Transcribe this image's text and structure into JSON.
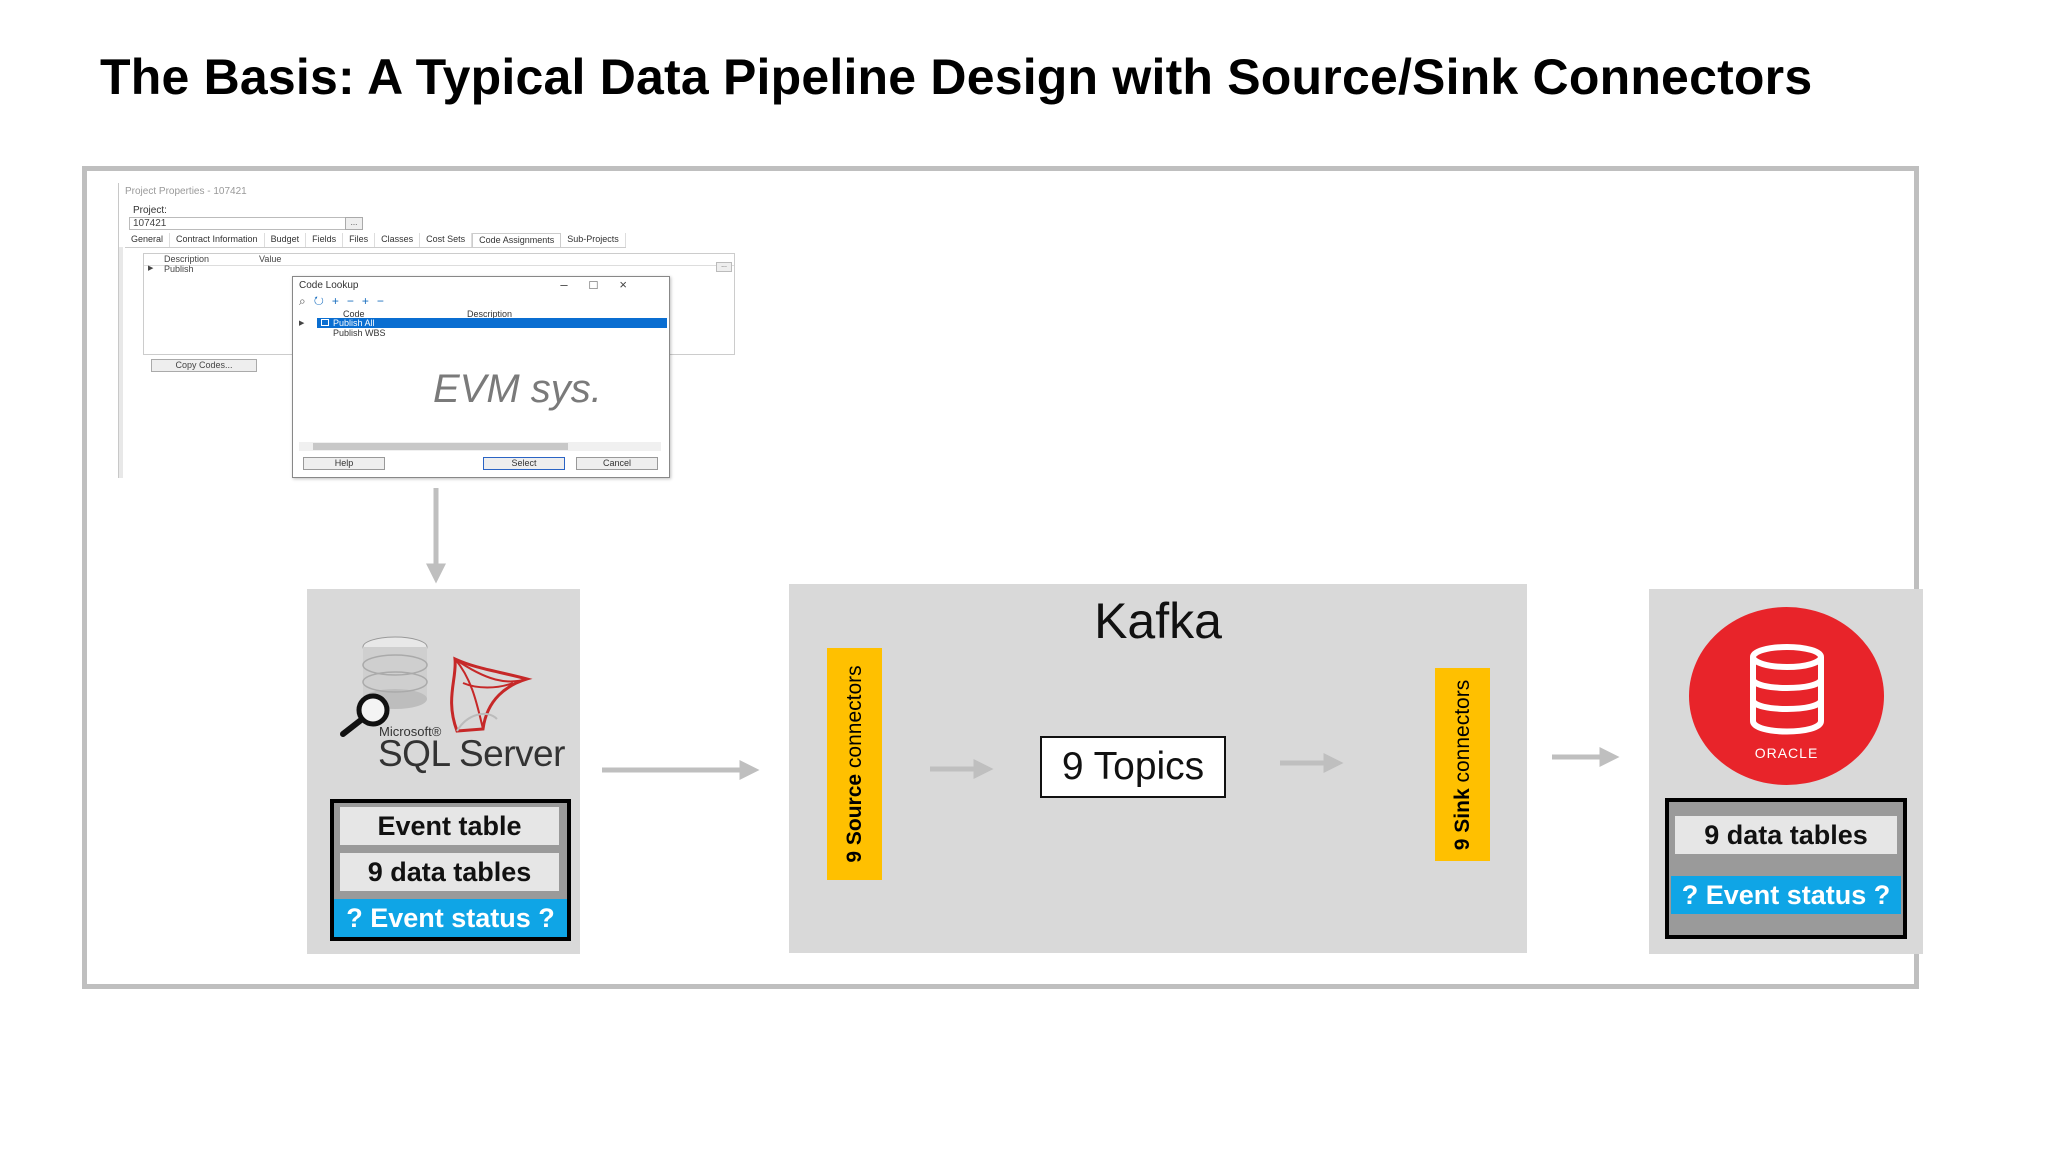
{
  "title": "The Basis:  A Typical Data Pipeline Design with Source/Sink Connectors",
  "evm_screenshot": {
    "project_window_title": "Project Properties - 107421",
    "project_label": "Project:",
    "project_value": "107421",
    "project_input_button": "...",
    "tabs": [
      "General",
      "Contract Information",
      "Budget",
      "Fields",
      "Files",
      "Classes",
      "Cost Sets",
      "Code Assignments",
      "Sub-Projects"
    ],
    "active_tab": "Code Assignments",
    "grid_headers": [
      "Description",
      "Value"
    ],
    "grid_row": "Publish",
    "grid_row_button": "...",
    "copy_codes_button": "Copy Codes...",
    "lookup_window_title": "Code Lookup",
    "lookup_headers": [
      "Code",
      "Description"
    ],
    "lookup_rows": [
      "Publish All",
      "Publish WBS"
    ],
    "lookup_buttons": {
      "help": "Help",
      "select": "Select",
      "cancel": "Cancel"
    },
    "system_label": "EVM sys."
  },
  "source": {
    "logo_microsoft": "Microsoft®",
    "logo_name": "SQL Server",
    "tables": [
      "Event table",
      "9 data tables"
    ],
    "status": "? Event status ?"
  },
  "kafka": {
    "title": "Kafka",
    "source_connectors_count": "9",
    "source_connectors_label": "Source",
    "source_connectors_suffix": "connectors",
    "topics": "9 Topics",
    "sink_connectors_count": "9",
    "sink_connectors_label": "Sink",
    "sink_connectors_suffix": "connectors"
  },
  "sink": {
    "logo_text": "ORACLE",
    "tables": [
      "9 data tables"
    ],
    "status": "? Event status ?"
  },
  "colors": {
    "panel_gray": "#d9d9d9",
    "connector_yellow": "#ffc000",
    "status_blue": "#0fa5e6",
    "oracle_red": "#e8242a",
    "arrow_gray": "#bfbfbf",
    "frame_gray": "#bfbfbf"
  }
}
